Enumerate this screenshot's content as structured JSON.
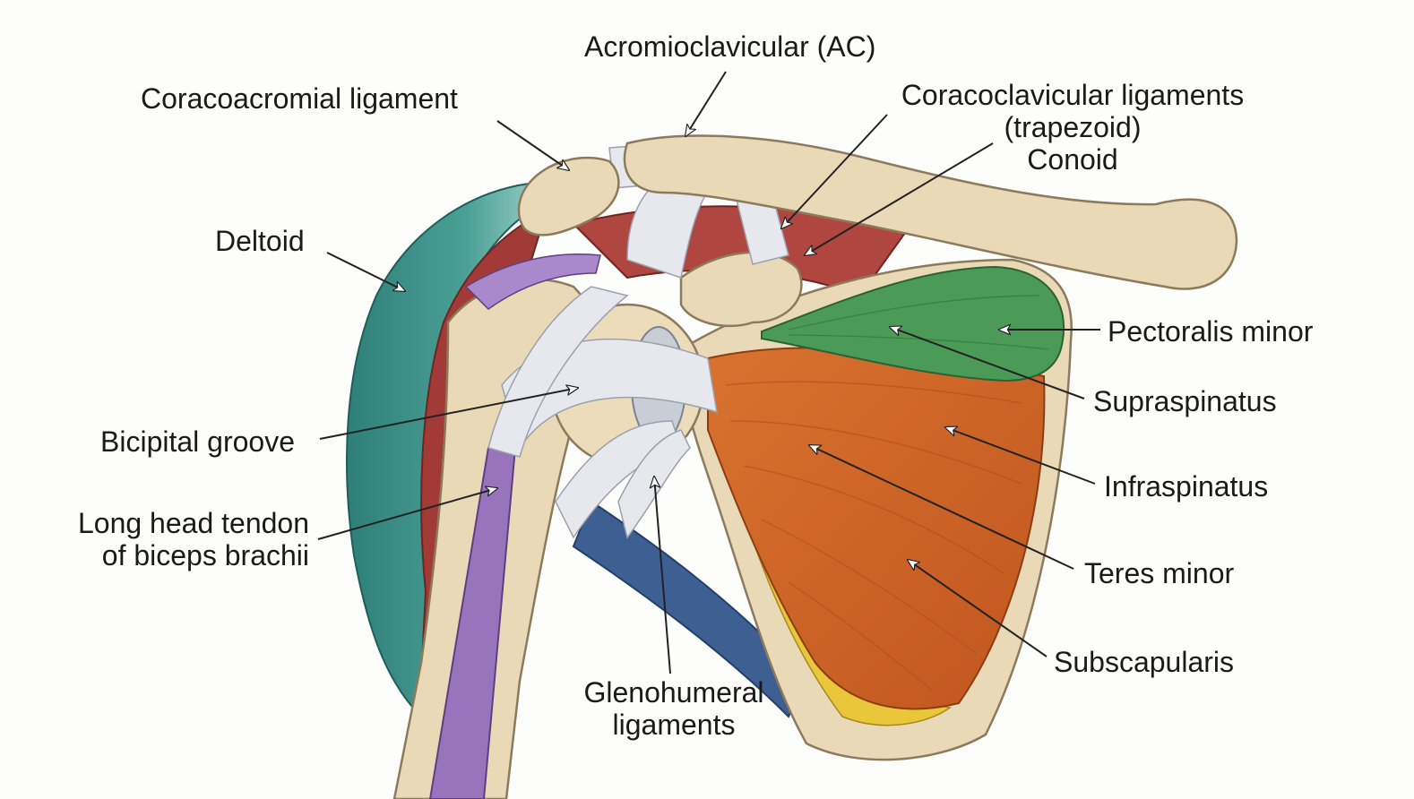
{
  "colors": {
    "background": "#fdfdfc",
    "bone": "#ead9b6",
    "bone_outline": "#8c7a5c",
    "ligament": "#e6e8ee",
    "deltoid": "#3f9289",
    "deltoid_inner": "#a23b37",
    "pectoralis_minor": "#4c9a58",
    "rotator_cuff": "#d2662a",
    "subscapularis_rim": "#e9c63a",
    "biceps_tendon": "#9a73bd",
    "teres_major_blue": "#3d5f92"
  },
  "labels": {
    "acromioclavicular": "Acromioclavicular (AC)",
    "coracoacromial": "Coracoacromial ligament",
    "coracoclavicular_1": "Coracoclavicular ligaments",
    "coracoclavicular_2": "(trapezoid)",
    "coracoclavicular_3": "Conoid",
    "deltoid": "Deltoid",
    "pectoralis_minor": "Pectoralis minor",
    "supraspinatus": "Supraspinatus",
    "bicipital_groove": "Bicipital groove",
    "infraspinatus": "Infraspinatus",
    "long_head_1": "Long head tendon",
    "long_head_2": "of biceps brachii",
    "teres_minor": "Teres minor",
    "subscapularis": "Subscapularis",
    "glenohumeral_1": "Glenohumeral",
    "glenohumeral_2": "ligaments"
  }
}
